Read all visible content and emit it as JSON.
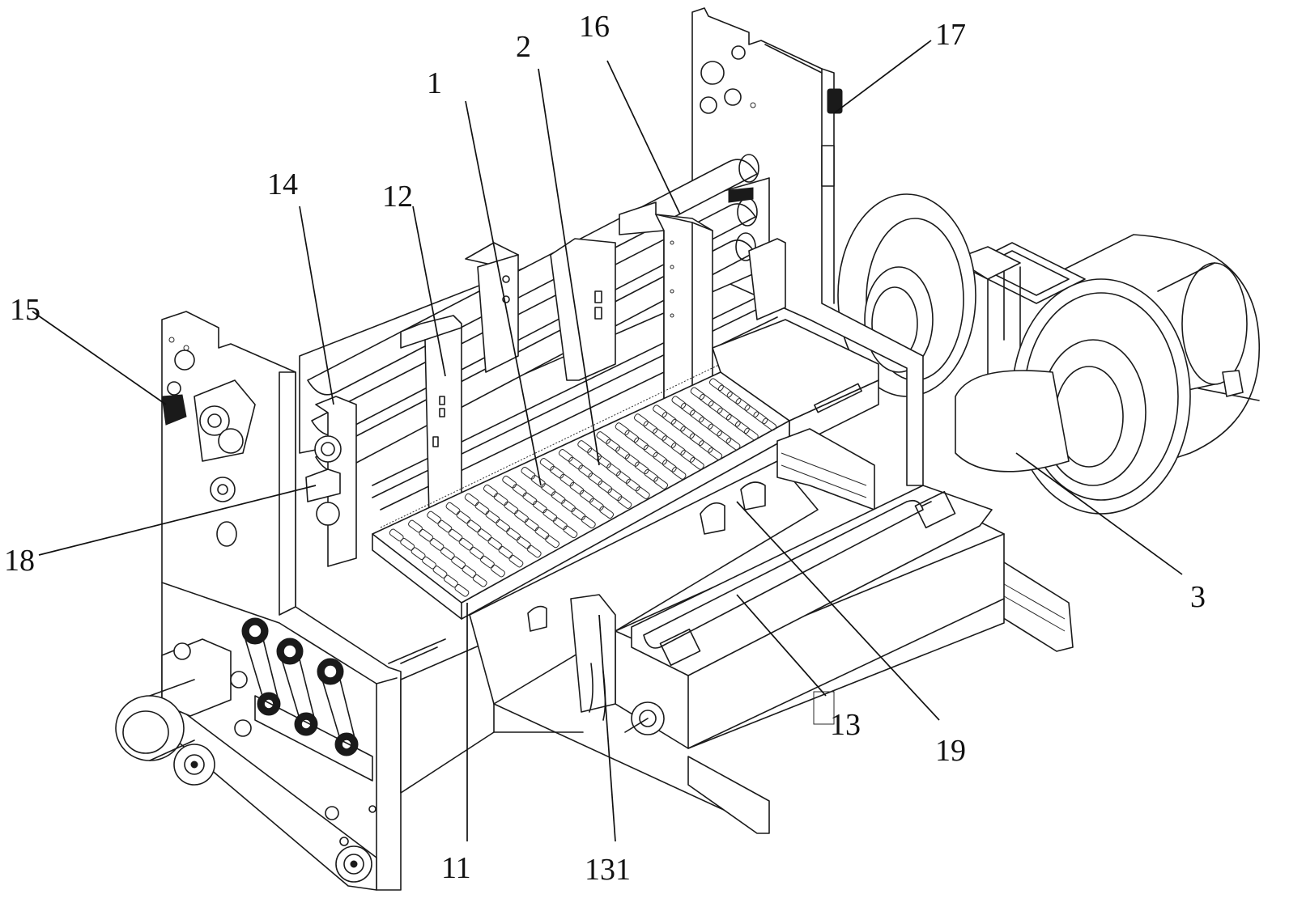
{
  "figure": {
    "type": "patent-mechanical-drawing",
    "description": "Isometric line drawing of a machine with perforated conveyor platform, side frames, rollers, belt drives, lift table and twin centrifugal fans"
  },
  "labels": [
    {
      "id": "1",
      "text": "1",
      "part": "conveyor-platform"
    },
    {
      "id": "2",
      "text": "2",
      "part": "suction-plate"
    },
    {
      "id": "3",
      "text": "3",
      "part": "centrifugal-fan"
    },
    {
      "id": "11",
      "text": "11",
      "part": "platform-frame"
    },
    {
      "id": "12",
      "text": "12",
      "part": "first-upright-plate"
    },
    {
      "id": "13",
      "text": "13",
      "part": "lift-table"
    },
    {
      "id": "14",
      "text": "14",
      "part": "bearing-block-plate"
    },
    {
      "id": "15",
      "text": "15",
      "part": "sensor"
    },
    {
      "id": "16",
      "text": "16",
      "part": "second-upright-plate"
    },
    {
      "id": "17",
      "text": "17",
      "part": "connector"
    },
    {
      "id": "18",
      "text": "18",
      "part": "gear-roller"
    },
    {
      "id": "19",
      "text": "19",
      "part": "adjust-knob"
    },
    {
      "id": "131",
      "text": "131",
      "part": "side-guide"
    }
  ]
}
